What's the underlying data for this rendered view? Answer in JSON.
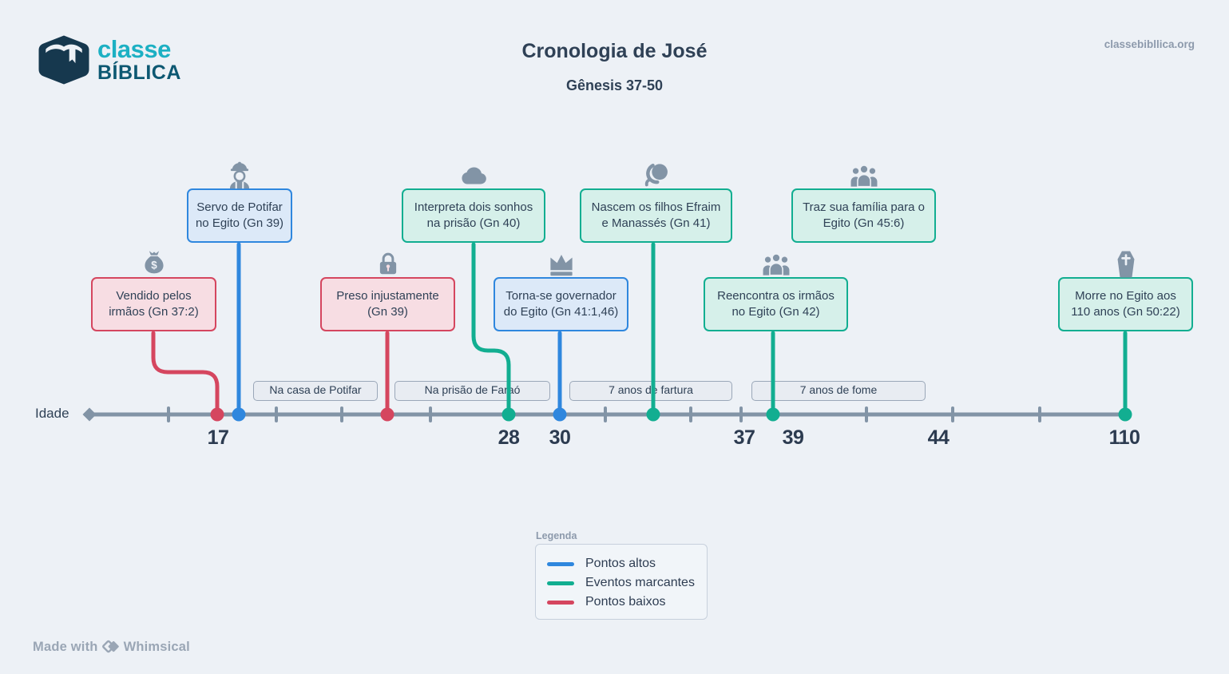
{
  "header": {
    "brand_line1": "classe",
    "brand_line2": "BÍBLICA",
    "title": "Cronologia de José",
    "subtitle": "Gênesis 37-50",
    "website": "classebibllica.org"
  },
  "colors": {
    "background": "#edf1f6",
    "high_blue": "#2f87de",
    "milestone_teal": "#12ae91",
    "low_red": "#d5465f",
    "icon_gray": "#8294a6",
    "brand_teal_light": "#1cb0c3",
    "brand_teal_dark": "#0d5872",
    "text_dark": "#2f4156"
  },
  "events": [
    {
      "label": "Vendido pelos irmãos (Gn 37:2)",
      "type": "low",
      "icon": "money-bag"
    },
    {
      "label": "Servo de Potifar no Egito (Gn 39)",
      "type": "high",
      "icon": "worker"
    },
    {
      "label": "Preso injustamente (Gn 39)",
      "type": "low",
      "icon": "padlock"
    },
    {
      "label": "Interpreta dois sonhos na prisão (Gn 40)",
      "type": "milestone",
      "icon": "cloud"
    },
    {
      "label": "Torna-se governador do Egito (Gn 41:1,46)",
      "type": "high",
      "icon": "crown"
    },
    {
      "label": "Nascem os filhos Efraim e Manassés (Gn 41)",
      "type": "milestone",
      "icon": "baby"
    },
    {
      "label": "Reencontra os irmãos no Egito (Gn 42)",
      "type": "milestone",
      "icon": "people-group"
    },
    {
      "label": "Traz sua família para o Egito (Gn 45:6)",
      "type": "milestone",
      "icon": "people-group"
    },
    {
      "label": "Morre no Egito aos 110 anos (Gn 50:22)",
      "type": "milestone",
      "icon": "coffin"
    }
  ],
  "periods": [
    "Na casa de Potifar",
    "Na prisão de Faraó",
    "7 anos de fartura",
    "7 anos de fome"
  ],
  "timeline": {
    "axis_label": "Idade",
    "ages": [
      "17",
      "28",
      "30",
      "37",
      "39",
      "44",
      "110"
    ]
  },
  "legend": {
    "title": "Legenda",
    "items": [
      {
        "label": "Pontos altos",
        "color": "#2f87de"
      },
      {
        "label": "Eventos marcantes",
        "color": "#12ae91"
      },
      {
        "label": "Pontos baixos",
        "color": "#d5465f"
      }
    ]
  },
  "footer": {
    "made_with": "Made with",
    "brand": "Whimsical"
  }
}
